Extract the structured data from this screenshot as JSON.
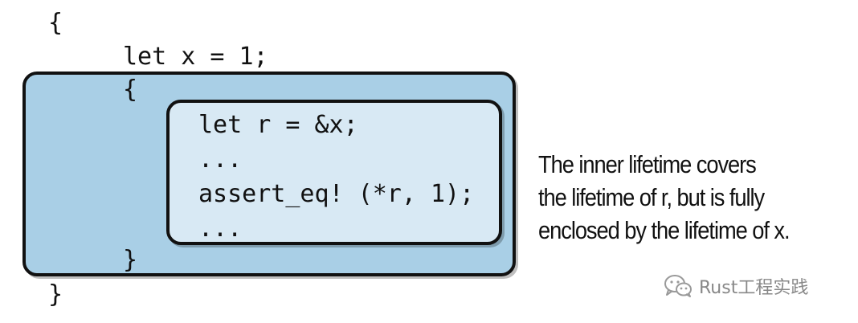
{
  "code": {
    "outer_open": "{",
    "let_x": "let x = 1;",
    "inner_open": "{",
    "let_r": "let r = &x;",
    "ellipsis_1": "...",
    "assert": "assert_eq! (*r, 1);",
    "ellipsis_2": "...",
    "inner_close": "}",
    "outer_close": "}"
  },
  "caption": {
    "line1": "The inner lifetime covers",
    "line2": "the lifetime of r, but is fully",
    "line3": "enclosed by the lifetime of x."
  },
  "watermark": {
    "text": "Rust工程实践",
    "icon": "wechat-icon"
  },
  "colors": {
    "outer_fill": "#a9cfe6",
    "inner_fill": "#d8e9f4",
    "border": "#111111",
    "watermark": "#888888"
  }
}
